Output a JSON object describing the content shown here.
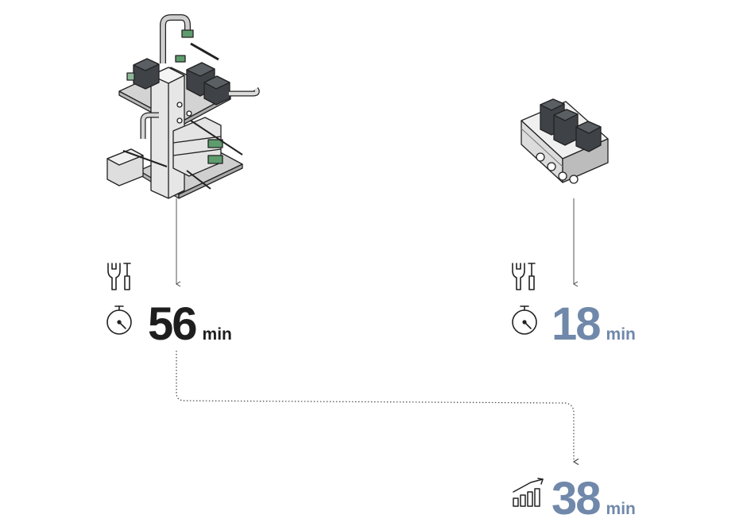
{
  "left": {
    "value": "56",
    "unit": "min",
    "icons": [
      "wrench-screwdriver-icon",
      "stopwatch-icon"
    ],
    "device": "complex-valve-assembly"
  },
  "right": {
    "value": "18",
    "unit": "min",
    "icons": [
      "wrench-screwdriver-icon",
      "stopwatch-icon"
    ],
    "device": "compact-valve-manifold"
  },
  "result": {
    "value": "38",
    "unit": "min",
    "icon": "rising-bars-chart-icon"
  },
  "colors": {
    "dark": "#1e1e1e",
    "accent": "#7088aa",
    "line": "#555555",
    "panel": "#cfcfcf",
    "block": "#e4e4e4",
    "coil": "#3f4347",
    "green": "#5e9c6e"
  }
}
